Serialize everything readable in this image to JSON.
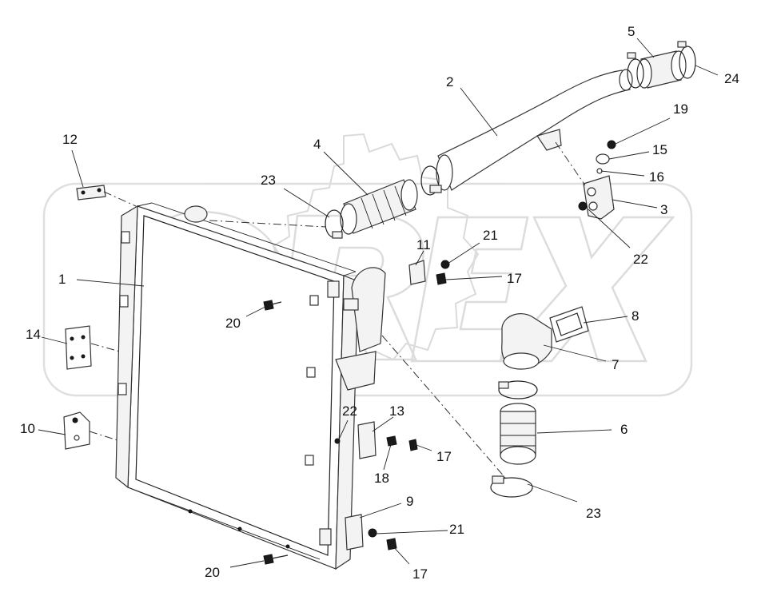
{
  "watermark": {
    "text": "OREX"
  },
  "callouts": [
    {
      "id": "c1",
      "label": "1"
    },
    {
      "id": "c2",
      "label": "2"
    },
    {
      "id": "c3",
      "label": "3"
    },
    {
      "id": "c4",
      "label": "4"
    },
    {
      "id": "c5",
      "label": "5"
    },
    {
      "id": "c6",
      "label": "6"
    },
    {
      "id": "c7",
      "label": "7"
    },
    {
      "id": "c8",
      "label": "8"
    },
    {
      "id": "c9",
      "label": "9"
    },
    {
      "id": "c10",
      "label": "10"
    },
    {
      "id": "c11",
      "label": "11"
    },
    {
      "id": "c12",
      "label": "12"
    },
    {
      "id": "c13",
      "label": "13"
    },
    {
      "id": "c14",
      "label": "14"
    },
    {
      "id": "c15",
      "label": "15"
    },
    {
      "id": "c16",
      "label": "16"
    },
    {
      "id": "c17a",
      "label": "17"
    },
    {
      "id": "c17b",
      "label": "17"
    },
    {
      "id": "c17c",
      "label": "17"
    },
    {
      "id": "c18",
      "label": "18"
    },
    {
      "id": "c19",
      "label": "19"
    },
    {
      "id": "c20a",
      "label": "20"
    },
    {
      "id": "c20b",
      "label": "20"
    },
    {
      "id": "c21a",
      "label": "21"
    },
    {
      "id": "c21b",
      "label": "21"
    },
    {
      "id": "c22a",
      "label": "22"
    },
    {
      "id": "c22b",
      "label": "22"
    },
    {
      "id": "c23a",
      "label": "23"
    },
    {
      "id": "c23b",
      "label": "23"
    },
    {
      "id": "c24",
      "label": "24"
    }
  ]
}
